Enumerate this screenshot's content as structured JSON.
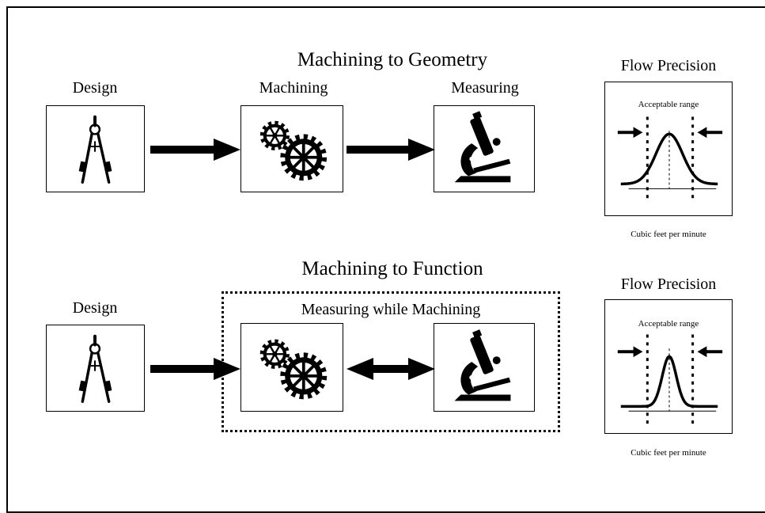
{
  "top": {
    "title": "Machining to Geometry",
    "design_label": "Design",
    "machining_label": "Machining",
    "measuring_label": "Measuring",
    "flow": {
      "title": "Flow Precision",
      "range_label": "Acceptable range",
      "axis_label": "Cubic feet per minute"
    }
  },
  "bottom": {
    "title": "Machining to Function",
    "design_label": "Design",
    "group_label": "Measuring while Machining",
    "flow": {
      "title": "Flow Precision",
      "range_label": "Acceptable range",
      "axis_label": "Cubic feet per minute"
    }
  },
  "icons": {
    "design": "drafting-compass-icon",
    "machining": "gears-icon",
    "measuring": "microscope-icon"
  },
  "colors": {
    "ink": "#000000",
    "background": "#ffffff"
  }
}
